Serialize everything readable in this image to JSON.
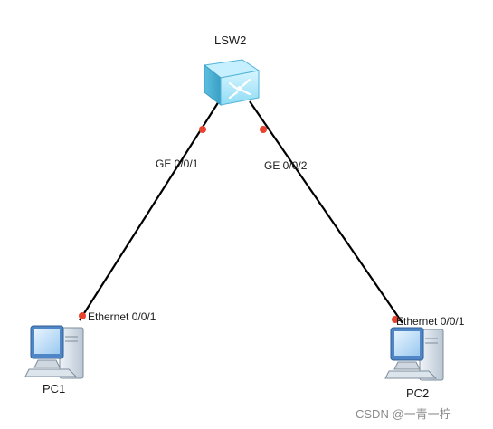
{
  "diagram": {
    "nodes": {
      "switch": {
        "name": "LSW2",
        "icon": "layer3-switch-icon"
      },
      "pc1": {
        "name": "PC1",
        "icon": "pc-icon"
      },
      "pc2": {
        "name": "PC2",
        "icon": "pc-icon"
      }
    },
    "links": [
      {
        "from": "LSW2",
        "to": "PC1",
        "from_port": "GE 0/0/1",
        "to_port": "Ethernet 0/0/1"
      },
      {
        "from": "LSW2",
        "to": "PC2",
        "from_port": "GE 0/0/2",
        "to_port": "Ethernet 0/0/1"
      }
    ],
    "colors": {
      "link": "#000000",
      "port_dot": "#e8432e",
      "switch_fill": "#8fdcf5"
    }
  },
  "watermark": "CSDN @一青一柠"
}
